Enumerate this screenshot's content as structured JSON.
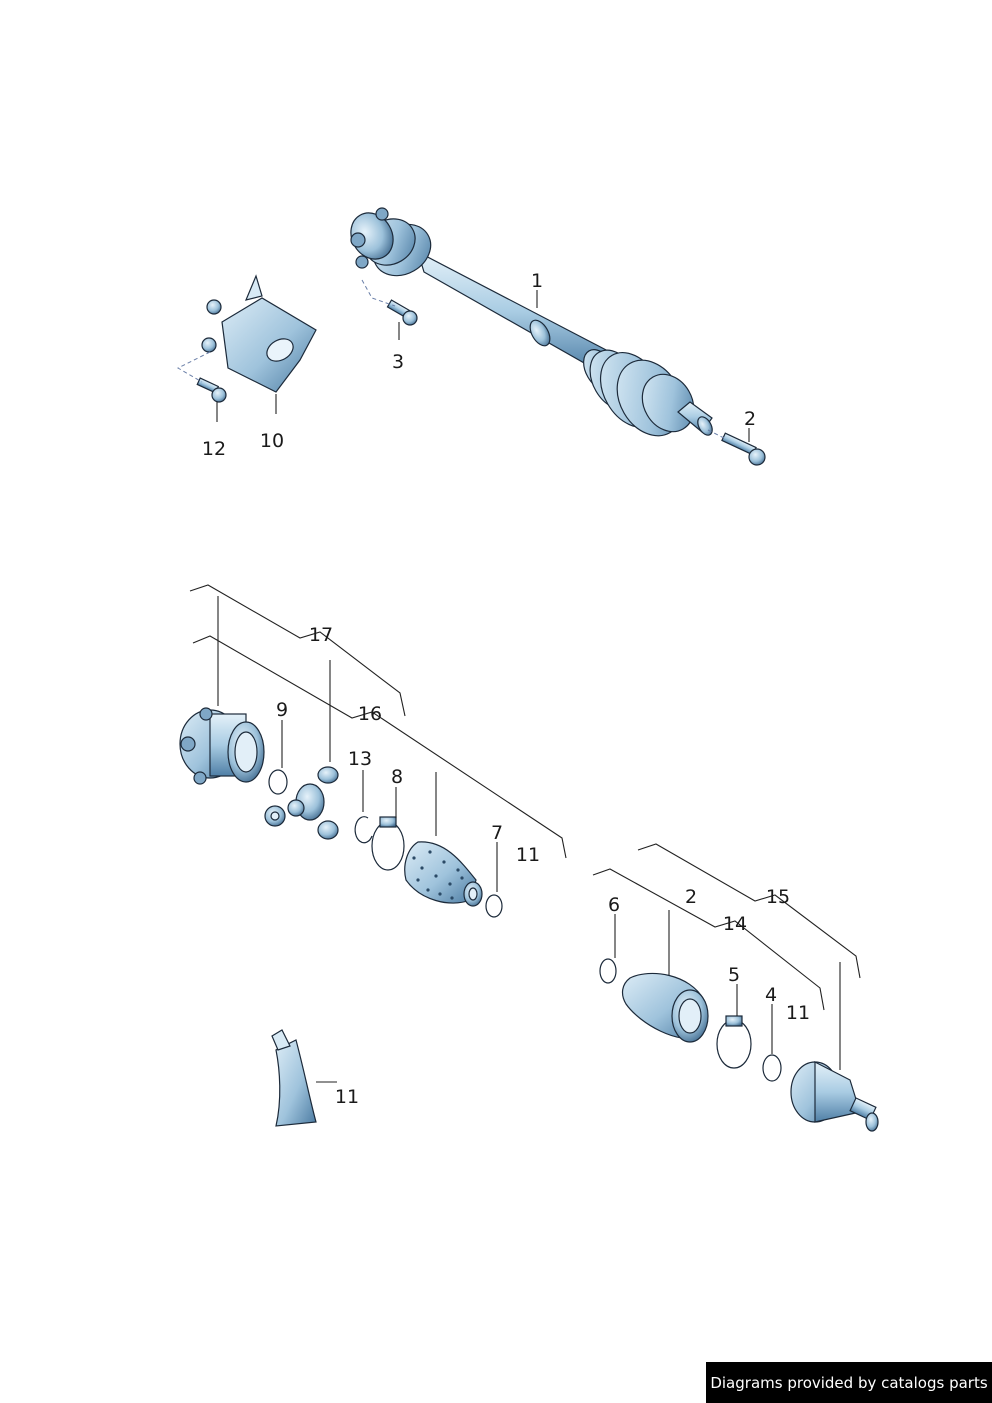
{
  "callouts": {
    "c1": "1",
    "c2a": "2",
    "c3": "3",
    "c10": "10",
    "c12": "12",
    "c17": "17",
    "c16": "16",
    "c9": "9",
    "c13": "13",
    "c8": "8",
    "c7": "7",
    "c11a": "11",
    "c2b": "2",
    "c15": "15",
    "c6": "6",
    "c14": "14",
    "c5": "5",
    "c4": "4",
    "c11b": "11",
    "c11c": "11"
  },
  "footer": {
    "credit": "Diagrams provided by catalogs parts"
  },
  "colors": {
    "part_fill": "#9fc3dc",
    "part_dark": "#4f7fa6",
    "part_light": "#d8eaf5",
    "line": "#222222"
  }
}
